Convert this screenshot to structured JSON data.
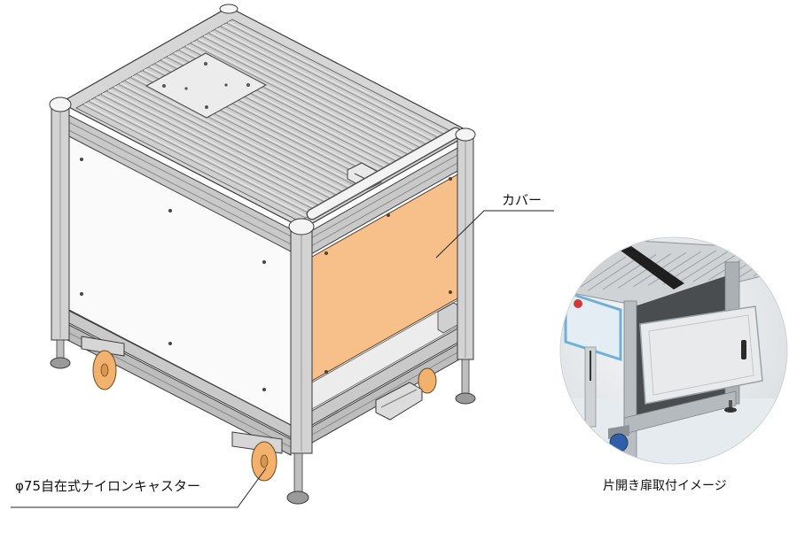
{
  "labels": {
    "cover_label": "カバー",
    "caster_label": "φ75自在式ナイロンキャスター",
    "door_caption": "片開き扉取付イメージ"
  },
  "colors": {
    "cover_panel": "#f7c08a",
    "caster_wheel": "#f2b26e",
    "aluminum_frame": "#c9c9c9",
    "side_panel": "#fafafa",
    "photo_caster": "#2f5fa8",
    "photo_panel_outline": "#6fb0d8"
  }
}
